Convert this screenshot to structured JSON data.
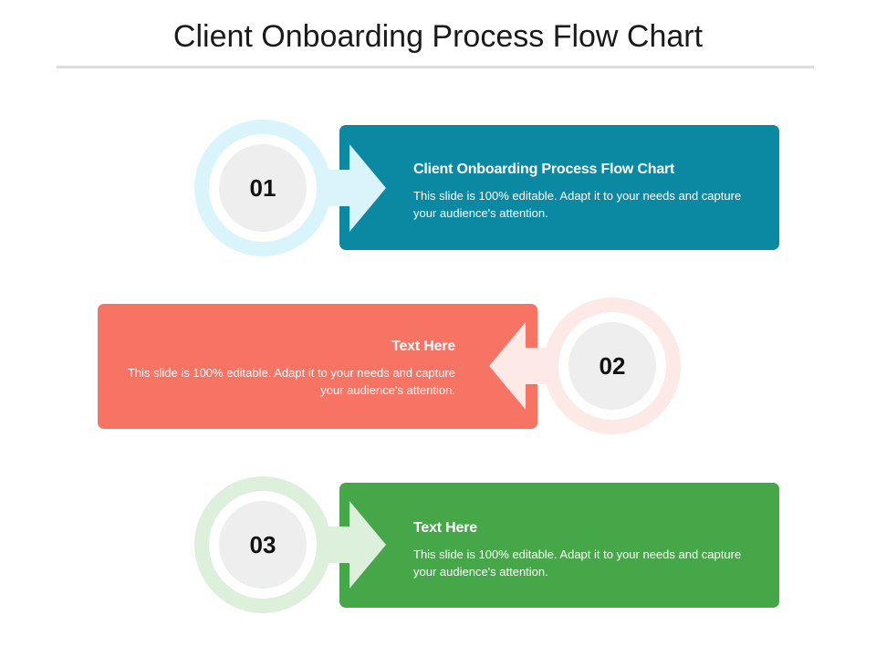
{
  "slide": {
    "title": "Client Onboarding Process Flow Chart"
  },
  "steps": [
    {
      "number": "01",
      "heading": "Client Onboarding Process Flow Chart",
      "body": "This slide is 100% editable. Adapt it to your needs and capture your audience's attention.",
      "color": "#0b89a3",
      "ring_color": "#d9f5fb"
    },
    {
      "number": "02",
      "heading": "Text Here",
      "body": "This slide is 100% editable. Adapt it to your needs and capture your audience's attention.",
      "color": "#f77364",
      "ring_color": "#fde9e6"
    },
    {
      "number": "03",
      "heading": "Text Here",
      "body": "This slide is 100% editable. Adapt it to your needs and capture your audience's attention.",
      "color": "#45a748",
      "ring_color": "#dcf0dc"
    }
  ]
}
